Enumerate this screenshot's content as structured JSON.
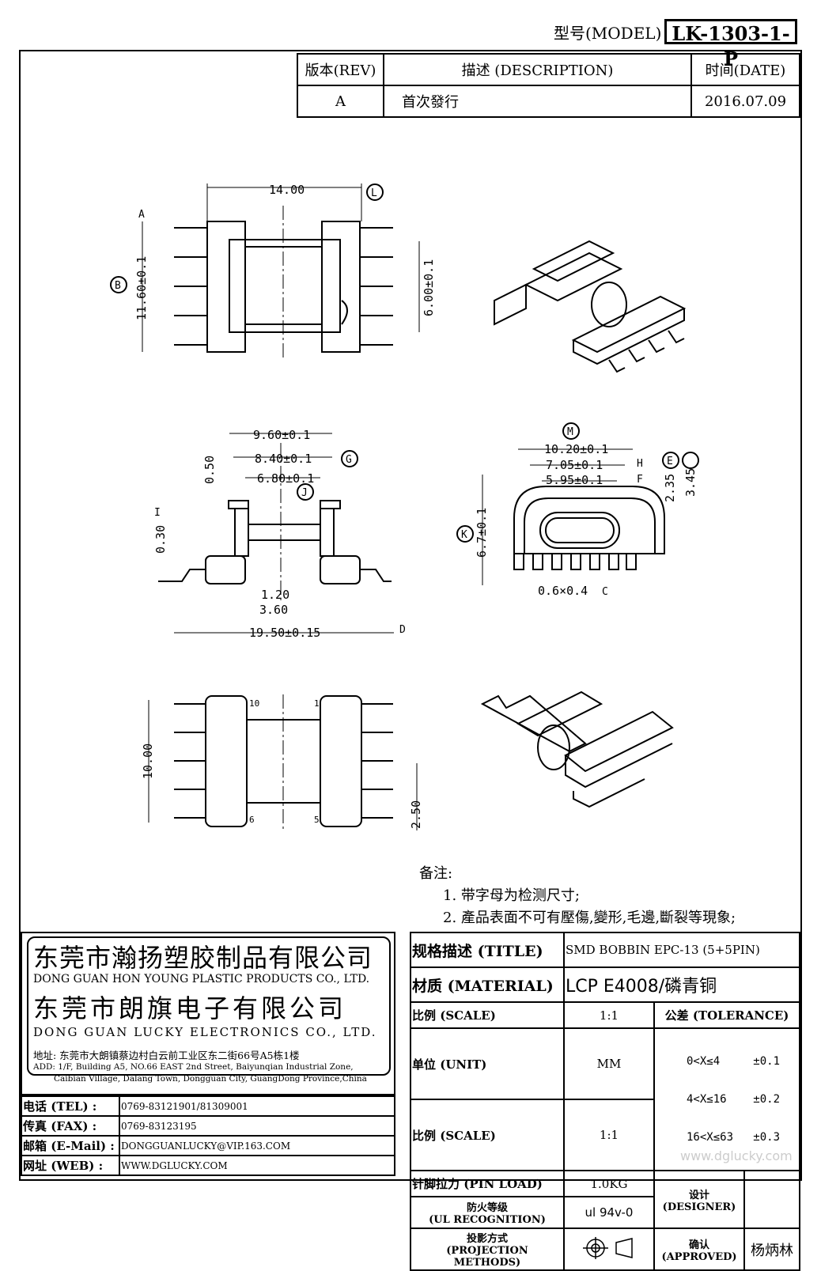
{
  "header": {
    "model_label": "型号(MODEL)",
    "model_value": "LK-1303-1-P"
  },
  "revision": {
    "col_rev": "版本(REV)",
    "col_desc": "描述 (DESCRIPTION)",
    "col_date": "时间(DATE)",
    "rev": "A",
    "desc": "首次發行",
    "date": "2016.07.09"
  },
  "drawing": {
    "dims": {
      "w14": "14.00",
      "h1160": "11.60±0.1",
      "h600": "6.00±0.1",
      "d960": "9.60±0.1",
      "d840": "8.40±0.1",
      "d680": "6.80±0.1",
      "d050": "0.50",
      "d030": "0.30",
      "d120": "1.20",
      "d360": "3.60",
      "d1950": "19.50±0.15",
      "d1020": "10.20±0.1",
      "d705": "7.05±0.1",
      "d595": "5.95±0.1",
      "d235": "2.35",
      "d345": "3.45",
      "d67": "6.7±0.1",
      "d06x04": "0.6×0.4",
      "d1000": "10.00",
      "d250": "2.50"
    },
    "pin_labels": {
      "p10": "10",
      "p1": "1",
      "p6": "6",
      "p5": "5"
    },
    "markers": [
      "L",
      "B",
      "A",
      "G",
      "J",
      "I",
      "D",
      "M",
      "H",
      "E",
      "F",
      "K",
      "C"
    ]
  },
  "notes": {
    "heading": "备注:",
    "n1": "1. 带字母为检测尺寸;",
    "n2": "2. 產品表面不可有壓傷,變形,毛邊,斷裂等現象;"
  },
  "company": {
    "cn1": "东莞市瀚扬塑胶制品有限公司",
    "en1": "DONG GUAN HON YOUNG PLASTIC PRODUCTS CO., LTD.",
    "cn2": "东莞市朗旗电子有限公司",
    "en2": "DONG GUAN LUCKY ELECTRONICS CO., LTD.",
    "addr_cn": "地址: 东莞市大朗镇蔡边村白云前工业区东二街66号A5栋1楼",
    "addr_en1": "ADD: 1/F, Building A5, NO.66 EAST 2nd Street, Baiyunqian Industrial Zone,",
    "addr_en2": "Caibian Village, Dalang Town, Dongguan City, GuangDong Province,China",
    "tel_label": "电话 (TEL) :",
    "tel": "0769-83121901/81309001",
    "fax_label": "传真 (FAX) :",
    "fax": "0769-83123195",
    "mail_label": "邮箱 (E-Mail) :",
    "mail": "DONGGUANLUCKY@VIP.163.COM",
    "web_label": "网址 (WEB) :",
    "web": "WWW.DGLUCKY.COM"
  },
  "titleblock": {
    "title_label": "规格描述 (TITLE)",
    "title_value": "SMD BOBBIN EPC-13 (5+5PIN)",
    "material_label": "材质 (MATERIAL)",
    "material_value": "LCP E4008/磷青铜",
    "scale_label": "比例 (SCALE)",
    "scale_value": "1:1",
    "tol_label": "公差 (TOLERANCE)",
    "unit_label": "单位 (UNIT)",
    "unit_value": "MM",
    "tol1": "0<X≤4     ±0.1",
    "tol2": "4<X≤16    ±0.2",
    "tol3": "16<X≤63   ±0.3",
    "scale2_label": "比例 (SCALE)",
    "scale2_value": "1:1",
    "pin_label": "针脚拉力 (PIN LOAD)",
    "pin_value": "1.0KG",
    "designer_label": "设计 (DESIGNER)",
    "ul_label1": "防火等级",
    "ul_label2": "(UL RECOGNITION)",
    "ul_value": "ul 94v-0",
    "proj_label1": "投影方式",
    "proj_label2": "(PROJECTION METHODS)",
    "approved_label": "确认 (APPROVED)",
    "approved_value": "杨炳林"
  },
  "watermark": "www.dglucky.com"
}
